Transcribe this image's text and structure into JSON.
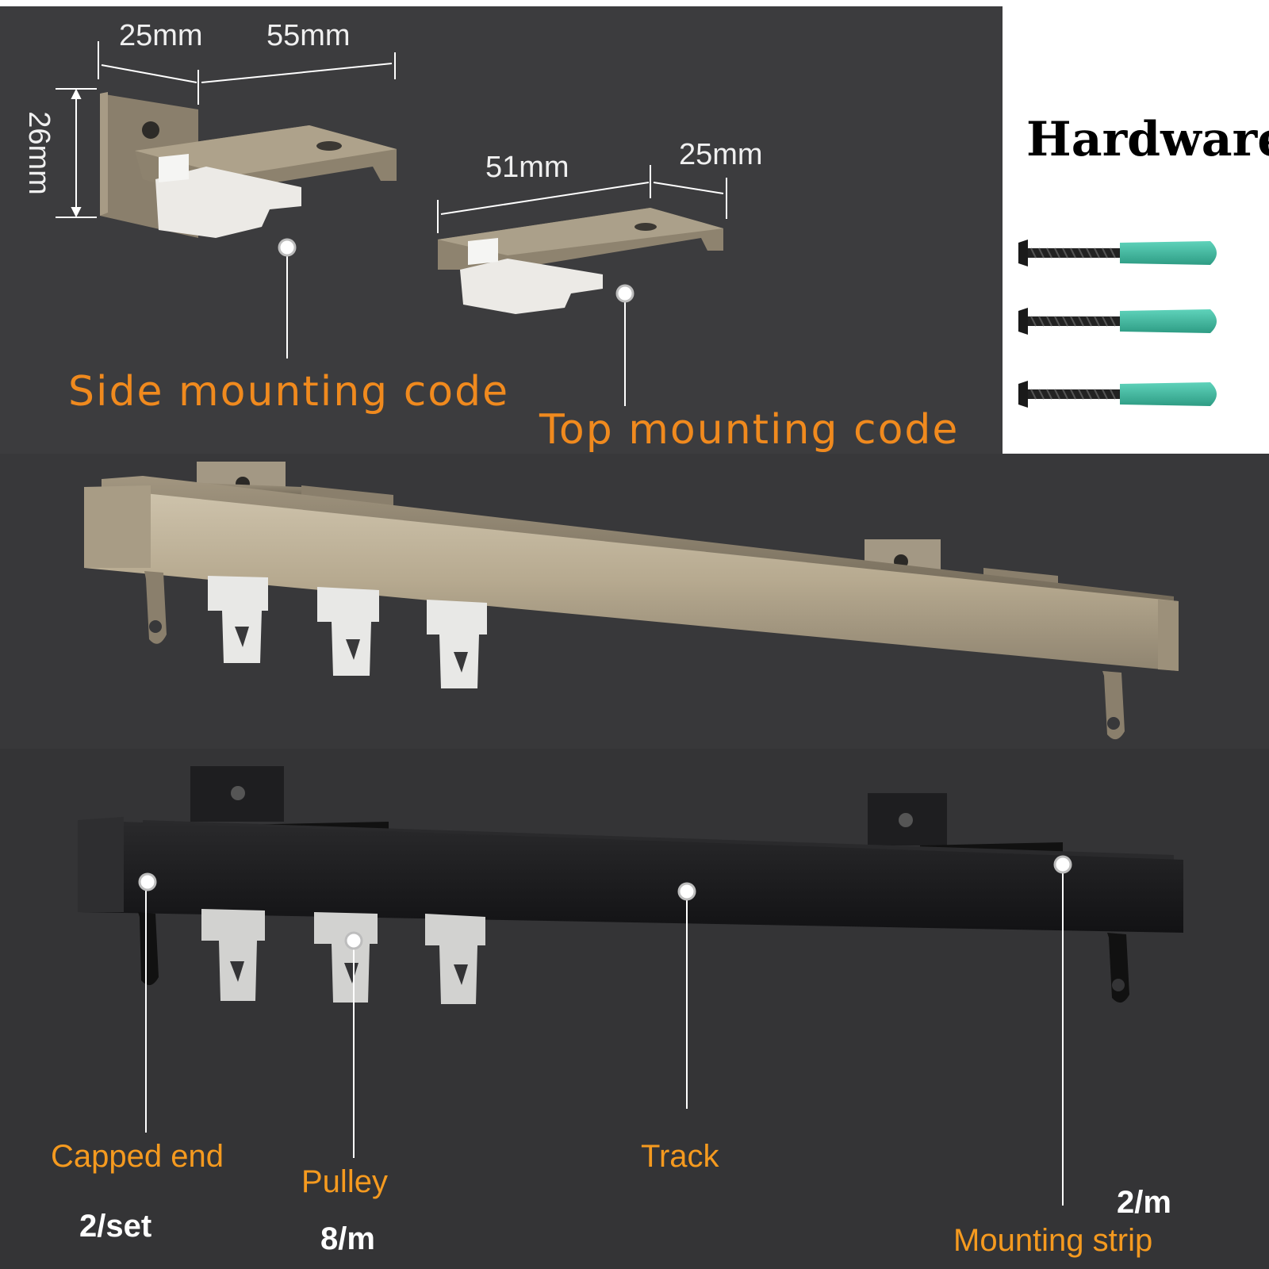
{
  "dimensions": {
    "side_width_a": "25mm",
    "side_width_b": "55mm",
    "side_height": "26mm",
    "top_width_a": "51mm",
    "top_width_b": "25mm"
  },
  "callouts": {
    "side_mounting": "Side mounting code",
    "top_mounting": "Top mounting code",
    "capped_end": "Capped end",
    "capped_end_qty": "2/set",
    "pulley": "Pulley",
    "pulley_qty": "8/m",
    "track": "Track",
    "mounting_strip": "Mounting strip",
    "mounting_strip_qty": "2/m"
  },
  "hardware": {
    "title": "Hardware"
  },
  "colors": {
    "background": "#3a3a3c",
    "accent_orange": "#f08a1e",
    "champagne_track": "#b8ab93",
    "black_track": "#1c1c1e",
    "anchor_teal": "#3cb89e"
  }
}
